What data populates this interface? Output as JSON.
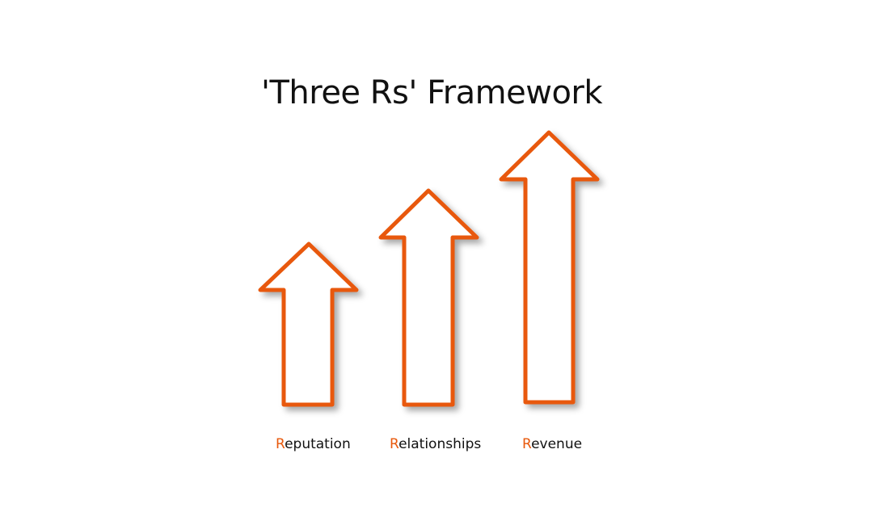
{
  "title": "'Three Rs' Framework",
  "accent_color": "#e8590c",
  "items": [
    {
      "initial": "R",
      "rest": "eputation"
    },
    {
      "initial": "R",
      "rest": "elationships"
    },
    {
      "initial": "R",
      "rest": "evenue"
    }
  ]
}
